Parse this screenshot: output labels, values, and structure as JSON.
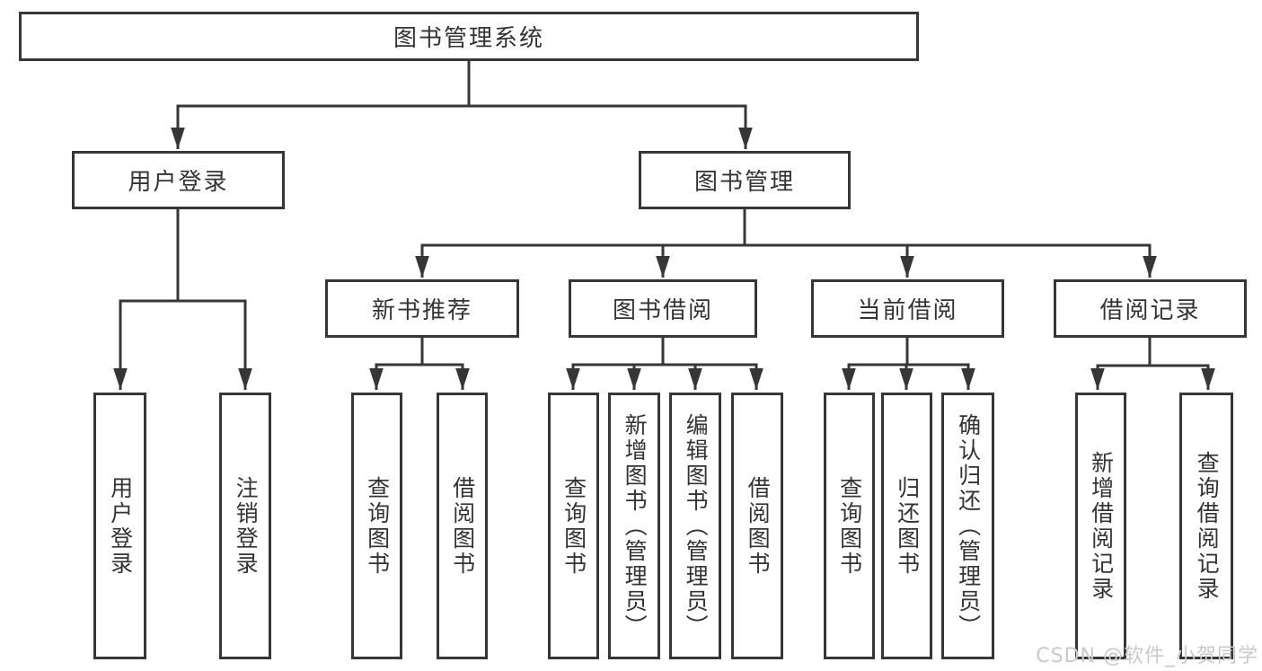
{
  "colors": {
    "line": "#363636",
    "text": "#333333",
    "box_background": "#ffffff",
    "page_background": "#ffffff",
    "watermark": "#c9c9c9"
  },
  "watermark": {
    "text": "CSDN @软件_小贺同学"
  },
  "diagram": {
    "root": {
      "label": "图书管理系统"
    },
    "branches": [
      {
        "label": "用户登录",
        "children": [
          {
            "label": "用户登录"
          },
          {
            "label": "注销登录"
          }
        ]
      },
      {
        "label": "图书管理",
        "children": [
          {
            "label": "新书推荐",
            "children": [
              {
                "label": "查询图书"
              },
              {
                "label": "借阅图书"
              }
            ]
          },
          {
            "label": "图书借阅",
            "children": [
              {
                "label": "查询图书"
              },
              {
                "label": "新增图书（管理员）"
              },
              {
                "label": "编辑图书（管理员）"
              },
              {
                "label": "借阅图书"
              }
            ]
          },
          {
            "label": "当前借阅",
            "children": [
              {
                "label": "查询图书"
              },
              {
                "label": "归还图书"
              },
              {
                "label": "确认归还（管理员）"
              }
            ]
          },
          {
            "label": "借阅记录",
            "children": [
              {
                "label": "新增借阅记录"
              },
              {
                "label": "查询借阅记录"
              }
            ]
          }
        ]
      }
    ]
  }
}
